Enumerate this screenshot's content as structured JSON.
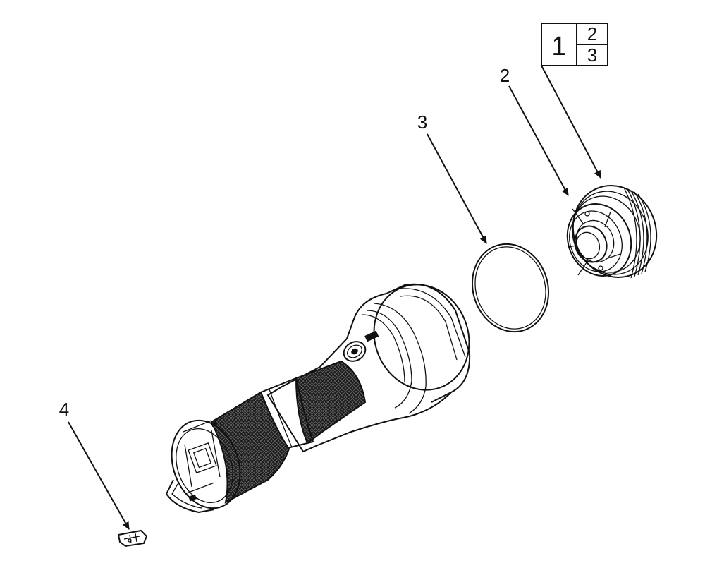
{
  "assembly_box": {
    "main": "1",
    "top": "2",
    "bottom": "3"
  },
  "callouts": [
    {
      "id": "callout-2",
      "label": "2"
    },
    {
      "id": "callout-3",
      "label": "3"
    },
    {
      "id": "callout-4",
      "label": "4"
    }
  ],
  "parts": [
    {
      "name": "flashlight-body"
    },
    {
      "name": "head-bezel-assembly"
    },
    {
      "name": "o-ring"
    },
    {
      "name": "clip-part"
    }
  ]
}
